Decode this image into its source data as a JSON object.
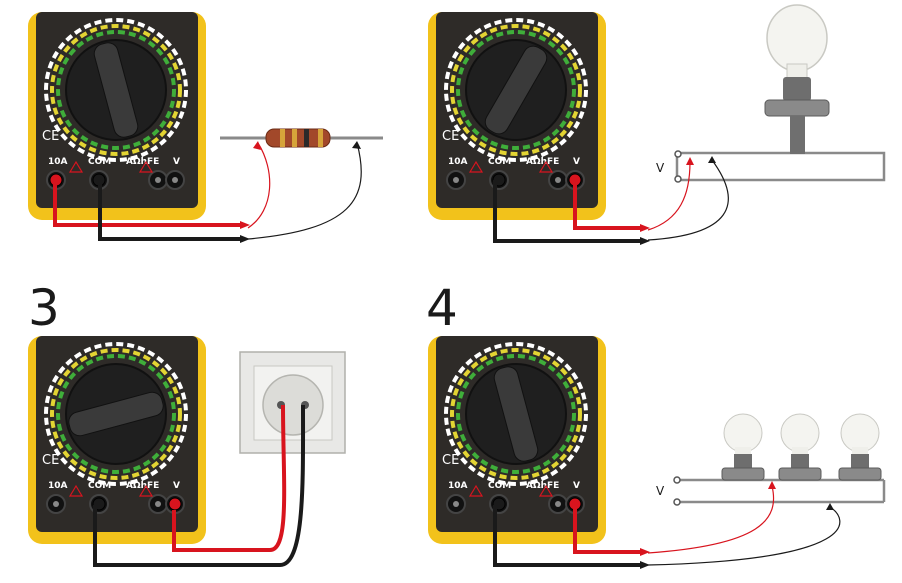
{
  "panels": [
    {
      "number": "",
      "meter": {
        "ce": "CE",
        "t1": "10A",
        "t2": "COM",
        "t3": "AΩhFE",
        "t4": "V"
      }
    },
    {
      "number": "",
      "meter": {
        "ce": "CE",
        "t1": "10A",
        "t2": "COM",
        "t3": "AΩhFE",
        "t4": "V"
      },
      "circuit_label": "V"
    },
    {
      "number": "3",
      "meter": {
        "ce": "CE",
        "t1": "10A",
        "t2": "COM",
        "t3": "AΩhFE",
        "t4": "V"
      }
    },
    {
      "number": "4",
      "meter": {
        "ce": "CE",
        "t1": "10A",
        "t2": "COM",
        "t3": "AΩhFE",
        "t4": "V"
      },
      "circuit_label": "V"
    }
  ],
  "colors": {
    "meter_body": "#f2c21b",
    "meter_face": "#2e2b28",
    "dial": "#1f1f1f",
    "probe_red": "#d8141e",
    "probe_black": "#1a1a1a",
    "ring_green": "#3fae3a",
    "ring_yellow": "#e3d433",
    "ring_white": "#ffffff"
  }
}
